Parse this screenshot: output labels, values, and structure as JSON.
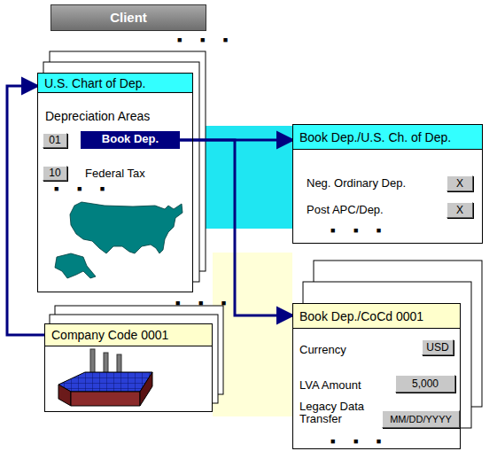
{
  "diagram": {
    "nodes": [
      {
        "text": [
          "Client"
        ]
      },
      {
        "text": [
          "U.S. Chart of Dep.",
          "Depreciation Areas"
        ]
      },
      {
        "text": [
          "01"
        ],
        "in": 1
      },
      {
        "text": [
          "Book Dep."
        ],
        "in": 1
      },
      {
        "text": [
          "10"
        ],
        "in": 1
      },
      {
        "text": [
          "Company Code 0001"
        ]
      },
      {
        "text": [
          "Book Dep./U.S. Ch. of Dep."
        ]
      },
      {
        "text": [
          "X"
        ],
        "in": 6
      },
      {
        "text": [
          "X"
        ],
        "in": 6
      },
      {
        "text": [
          "Book Dep./CoCd 0001"
        ]
      },
      {
        "text": [
          "USD"
        ],
        "in": 9
      },
      {
        "text": [
          "5,000"
        ],
        "in": 9
      },
      {
        "text": [
          "MM/DD/YYYY"
        ],
        "in": 9
      }
    ],
    "edges": [
      {
        "from": 5,
        "to": 1,
        "arrow": "to"
      },
      {
        "from": 3,
        "to": 6,
        "arrow": "to"
      },
      {
        "from": 3,
        "to": 9,
        "arrow": "to"
      }
    ],
    "labels": [
      "■ ■ ■",
      "Federal Tax",
      "■ ■ ■",
      "■ ■ ■",
      "Neg. Ordinary Dep.",
      "Post APC/Dep.",
      "■ ■ ■",
      "Currency",
      "LVA Amount",
      "Legacy Data Transfer",
      "■ ■ ■"
    ]
  }
}
